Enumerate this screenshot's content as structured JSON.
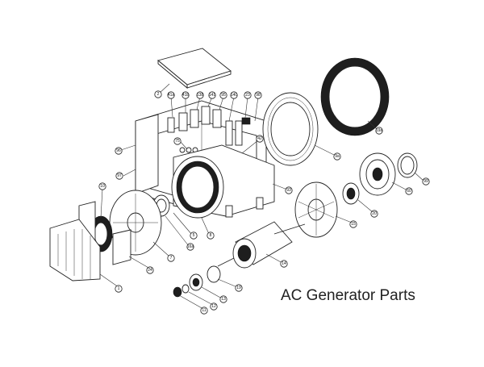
{
  "title": "AC Generator Parts",
  "callouts": [
    {
      "id": "2",
      "label": "2"
    },
    {
      "id": "41a",
      "label": "41a"
    },
    {
      "id": "41b",
      "label": "41b"
    },
    {
      "id": "138",
      "label": "138"
    },
    {
      "id": "141",
      "label": "141"
    },
    {
      "id": "95",
      "label": "95"
    },
    {
      "id": "140",
      "label": "140"
    },
    {
      "id": "23",
      "label": "23"
    },
    {
      "id": "98",
      "label": "98"
    },
    {
      "id": "96",
      "label": "96"
    },
    {
      "id": "75",
      "label": "75"
    },
    {
      "id": "42",
      "label": "42"
    },
    {
      "id": "97",
      "label": "97"
    },
    {
      "id": "93",
      "label": "93"
    },
    {
      "id": "9a",
      "label": "9a"
    },
    {
      "id": "19a",
      "label": "19a"
    },
    {
      "id": "10",
      "label": "10"
    },
    {
      "id": "8",
      "label": "8"
    },
    {
      "id": "16a",
      "label": "16a"
    },
    {
      "id": "5",
      "label": "5"
    },
    {
      "id": "15",
      "label": "15"
    },
    {
      "id": "20",
      "label": "20"
    },
    {
      "id": "60",
      "label": "60"
    },
    {
      "id": "99",
      "label": "99"
    },
    {
      "id": "7",
      "label": "7"
    },
    {
      "id": "24",
      "label": "24"
    },
    {
      "id": "14",
      "label": "14"
    },
    {
      "id": "1",
      "label": "1"
    },
    {
      "id": "19",
      "label": "19"
    },
    {
      "id": "13",
      "label": "13"
    },
    {
      "id": "12",
      "label": "12"
    },
    {
      "id": "11",
      "label": "11"
    }
  ]
}
